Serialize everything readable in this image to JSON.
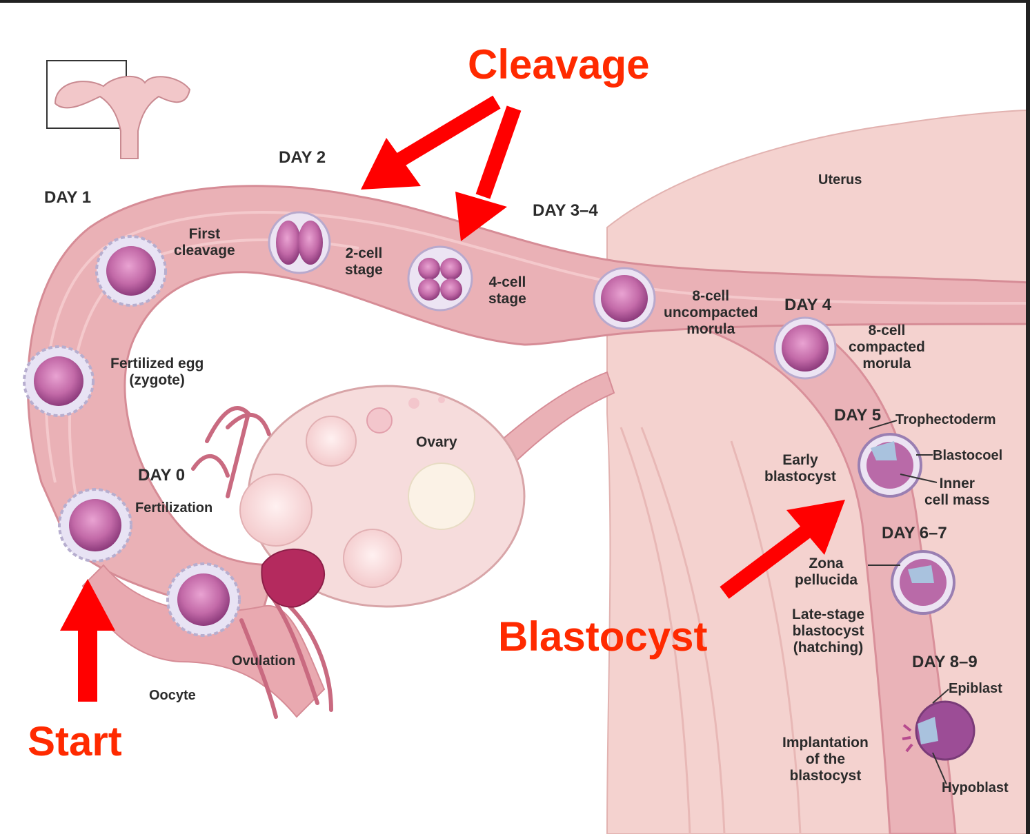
{
  "headings": {
    "cleavage": "Cleavage",
    "blastocyst": "Blastocyst",
    "start": "Start"
  },
  "days": {
    "day0": "DAY 0",
    "day1": "DAY 1",
    "day2": "DAY 2",
    "day34": "DAY 3–4",
    "day4": "DAY 4",
    "day5": "DAY 5",
    "day67": "DAY 6–7",
    "day89": "DAY 8–9"
  },
  "labels": {
    "first_cleavage": "First\ncleavage",
    "two_cell": "2-cell\nstage",
    "four_cell": "4-cell\nstage",
    "eight_cell_uncompacted": "8-cell\nuncompacted\nmorula",
    "eight_cell_compacted": "8-cell\ncompacted\nmorula",
    "uterus": "Uterus",
    "fertilized_egg": "Fertilized egg\n(zygote)",
    "ovary": "Ovary",
    "fertilization": "Fertilization",
    "ovulation": "Ovulation",
    "oocyte": "Oocyte",
    "early_blastocyst": "Early\nblastocyst",
    "trophectoderm": "Trophectoderm",
    "blastocoel": "Blastocoel",
    "inner_cell_mass": "Inner\ncell mass",
    "zona_pellucida": "Zona\npellucida",
    "late_stage_blastocyst": "Late-stage\nblastocyst\n(hatching)",
    "implantation": "Implantation\nof the\nblastocyst",
    "epiblast": "Epiblast",
    "hypoblast": "Hypoblast"
  },
  "colors": {
    "annotation_red": "#ff2a00",
    "arrow_red": "#ff0000",
    "tube_pink": "#e8a7ae",
    "uterus_pink": "#f4d2cf",
    "cell_purple": "#c36aa8"
  }
}
